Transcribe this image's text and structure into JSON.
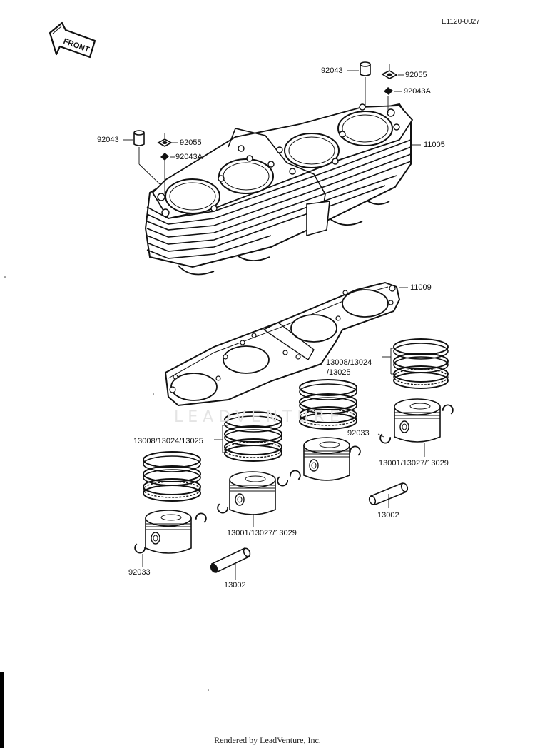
{
  "reference_code": "E1120-0027",
  "front_label": "FRONT",
  "footer": "Rendered by LeadVenture, Inc.",
  "watermark_text": "LEADVENTURE",
  "callouts": {
    "p92043_right": "92043",
    "p92055_right": "92055",
    "p92043A_right": "92043A",
    "p92043_left": "92043",
    "p92055_left": "92055",
    "p92043A_left": "92043A",
    "p11005": "11005",
    "p11009": "11009",
    "rings_right_line1": "13008/13024",
    "rings_right_line2": "/13025",
    "rings_left": "13008/13024/13025",
    "p92033_right": "92033",
    "piston_right": "13001/13027/13029",
    "pin_right": "13002",
    "piston_left": "13001/13027/13029",
    "p92033_left": "92033",
    "pin_left": "13002"
  }
}
